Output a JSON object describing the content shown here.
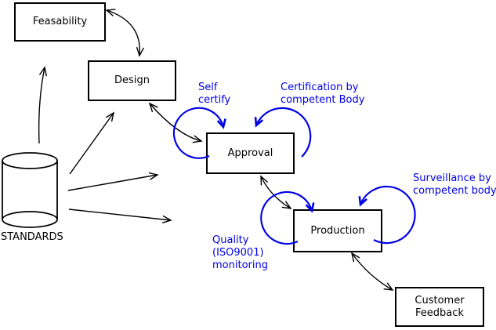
{
  "diagram": {
    "type": "process-flow",
    "nodes": [
      {
        "id": "feasability",
        "label": "Feasability"
      },
      {
        "id": "design",
        "label": "Design"
      },
      {
        "id": "approval",
        "label": "Approval"
      },
      {
        "id": "production",
        "label": "Production"
      },
      {
        "id": "customer-feedback",
        "label": "Customer Feedback",
        "lines": [
          "Customer",
          "Feedback"
        ]
      }
    ],
    "datastore": {
      "label": "STANDARDS"
    },
    "annotations": [
      {
        "id": "self-certify",
        "lines": [
          "Self",
          "certify"
        ],
        "attached_to": "approval"
      },
      {
        "id": "certification",
        "lines": [
          "Certification by",
          "competent Body"
        ],
        "attached_to": "approval"
      },
      {
        "id": "surveillance",
        "lines": [
          "Surveillance by",
          "competent body"
        ],
        "attached_to": "production"
      },
      {
        "id": "quality",
        "lines": [
          "Quality",
          "(ISO9001)",
          "monitoring"
        ],
        "attached_to": "production"
      }
    ],
    "edges": [
      {
        "from": "feasability",
        "to": "design",
        "bidirectional": true
      },
      {
        "from": "design",
        "to": "approval",
        "bidirectional": true
      },
      {
        "from": "approval",
        "to": "production",
        "bidirectional": true
      },
      {
        "from": "production",
        "to": "customer-feedback",
        "bidirectional": true
      },
      {
        "from": "standards",
        "to": "feasability",
        "bidirectional": false
      },
      {
        "from": "standards",
        "to": "design",
        "bidirectional": false
      },
      {
        "from": "standards",
        "to": "approval",
        "bidirectional": false
      },
      {
        "from": "standards",
        "to": "production",
        "bidirectional": false
      }
    ],
    "colors": {
      "annotation_blue": "#0000e6",
      "line_black": "#000000",
      "background": "#ffffff"
    }
  }
}
